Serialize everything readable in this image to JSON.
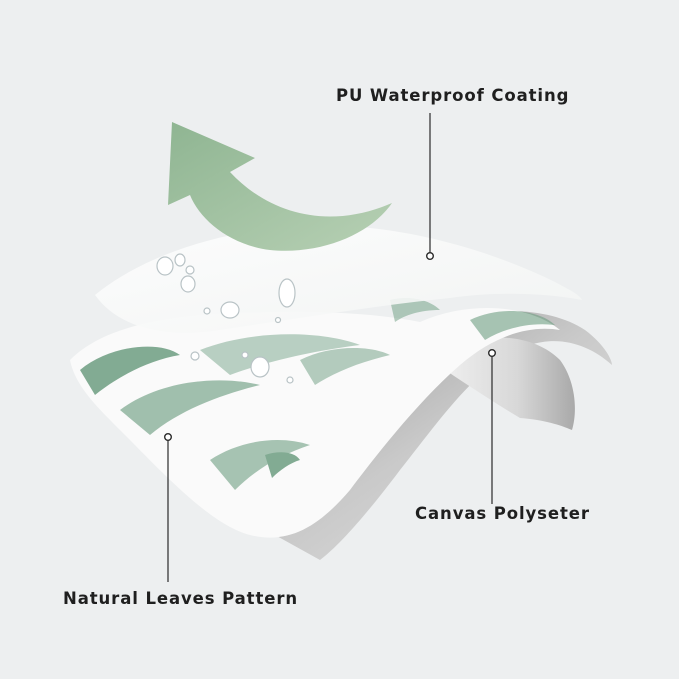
{
  "labels": {
    "pu_coating": "PU Waterproof Coating",
    "canvas": "Canvas Polyseter",
    "leaves": "Natural Leaves Pattern"
  },
  "colors": {
    "background": "#edeff0",
    "arrow_green": "#9dbf9d",
    "leaf_green": "#6e9e82",
    "canvas_gray": "#b9b9b9",
    "callout_line": "#2b2b2b"
  }
}
